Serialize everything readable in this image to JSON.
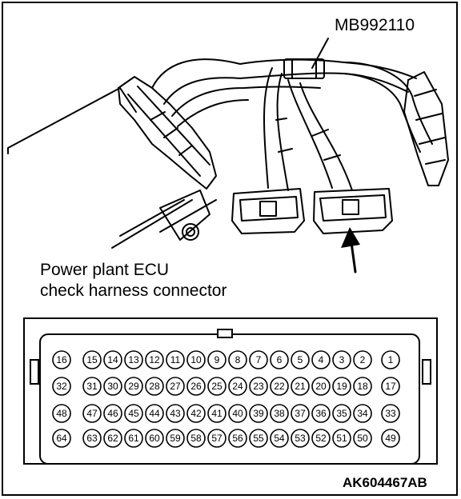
{
  "tool_label": "MB992110",
  "caption": {
    "line1": "Power plant ECU",
    "line2": "check harness connector"
  },
  "figure_code": "AK604467AB",
  "connector": {
    "rows": [
      [
        "16",
        "15",
        "14",
        "13",
        "12",
        "11",
        "10",
        "9",
        "8",
        "7",
        "6",
        "5",
        "4",
        "3",
        "2",
        "1"
      ],
      [
        "32",
        "31",
        "30",
        "29",
        "28",
        "27",
        "26",
        "25",
        "24",
        "23",
        "22",
        "21",
        "20",
        "19",
        "18",
        "17"
      ],
      [
        "48",
        "47",
        "46",
        "45",
        "44",
        "43",
        "42",
        "41",
        "40",
        "39",
        "38",
        "37",
        "36",
        "35",
        "34",
        "33"
      ],
      [
        "64",
        "63",
        "62",
        "61",
        "60",
        "59",
        "58",
        "57",
        "56",
        "55",
        "54",
        "53",
        "52",
        "51",
        "50",
        "49"
      ]
    ]
  },
  "colors": {
    "line": "#000000",
    "background": "#ffffff"
  }
}
